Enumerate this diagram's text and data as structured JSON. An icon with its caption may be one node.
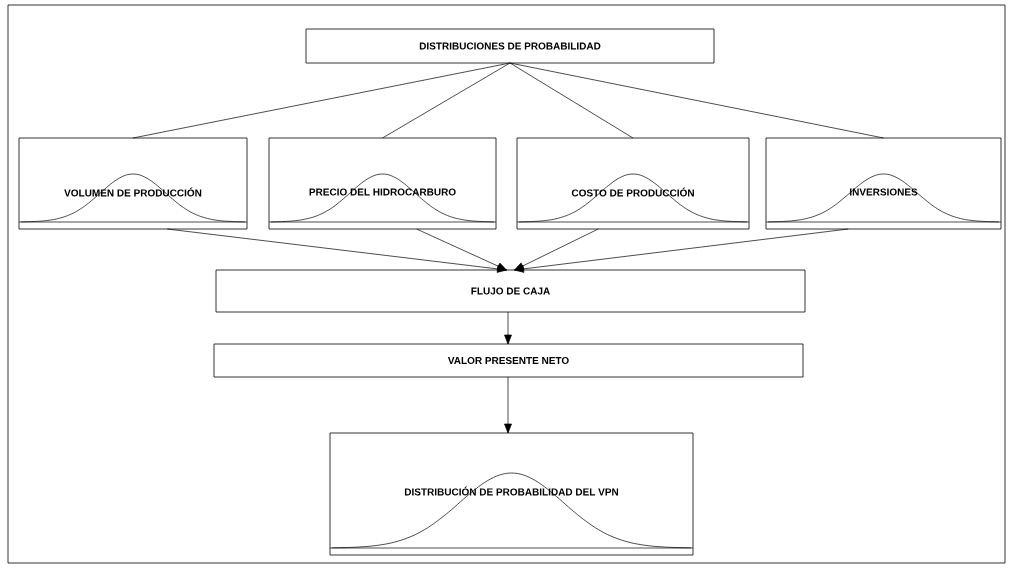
{
  "diagram": {
    "nodes": [
      {
        "text": [
          "DISTRIBUCIONES DE PROBABILIDAD"
        ]
      },
      {
        "text": [
          "VOLUMEN DE PRODUCCIÓN"
        ]
      },
      {
        "text": [
          "PRECIO DEL HIDROCARBURO"
        ]
      },
      {
        "text": [
          "COSTO DE PRODUCCIÓN"
        ]
      },
      {
        "text": [
          "INVERSIONES"
        ]
      },
      {
        "text": [
          "FLUJO DE CAJA"
        ]
      },
      {
        "text": [
          "VALOR PRESENTE NETO"
        ]
      },
      {
        "text": [
          "DISTRIBUCIÓN DE PROBABILIDAD DEL VPN"
        ]
      }
    ],
    "edges": [
      {
        "from": 0,
        "to": 1,
        "arrow": "none"
      },
      {
        "from": 0,
        "to": 2,
        "arrow": "none"
      },
      {
        "from": 0,
        "to": 3,
        "arrow": "none"
      },
      {
        "from": 0,
        "to": 4,
        "arrow": "none"
      },
      {
        "from": 1,
        "to": 5,
        "arrow": "to"
      },
      {
        "from": 2,
        "to": 5,
        "arrow": "to"
      },
      {
        "from": 3,
        "to": 5,
        "arrow": "to"
      },
      {
        "from": 4,
        "to": 5,
        "arrow": "to"
      },
      {
        "from": 5,
        "to": 6,
        "arrow": "to"
      },
      {
        "from": 6,
        "to": 7,
        "arrow": "to"
      }
    ]
  }
}
